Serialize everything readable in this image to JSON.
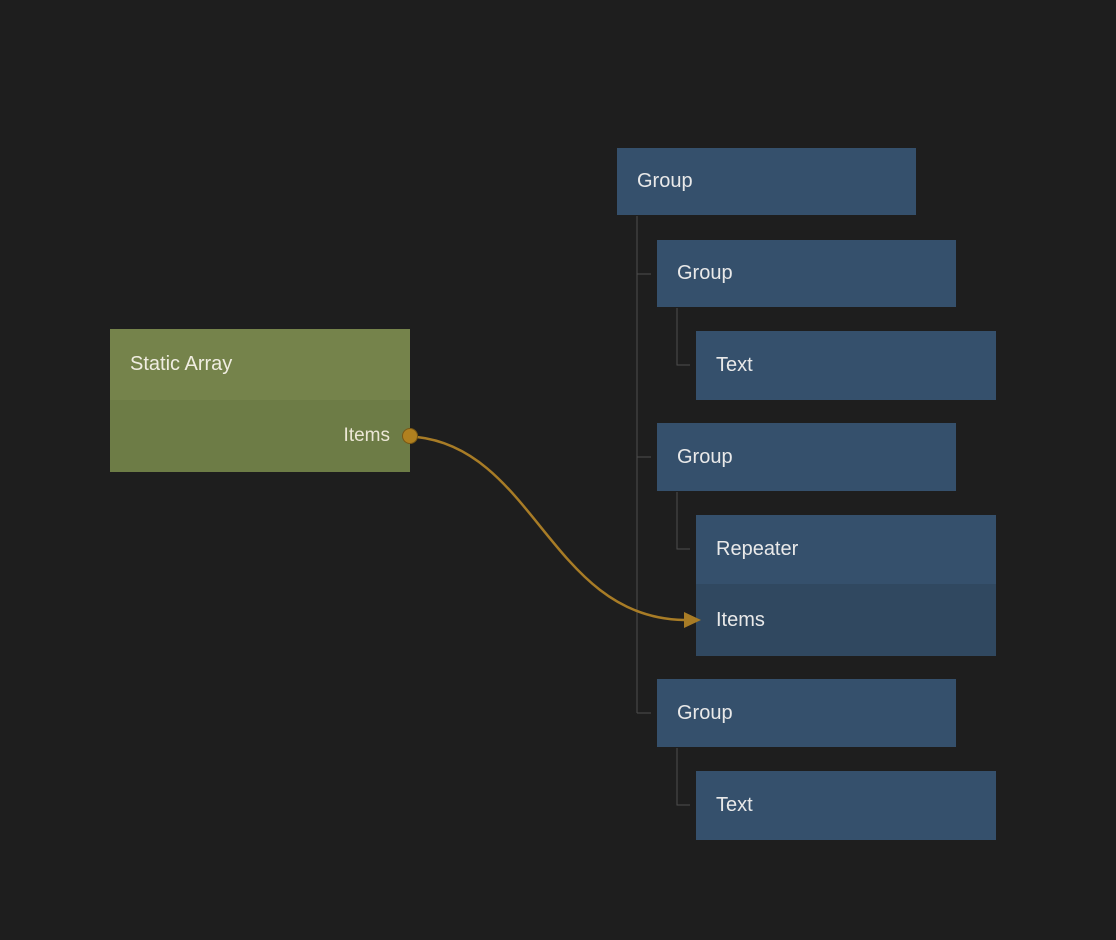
{
  "source_node": {
    "title": "Static Array",
    "output_label": "Items"
  },
  "tree_nodes": [
    {
      "label": "Group"
    },
    {
      "label": "Group"
    },
    {
      "label": "Text"
    },
    {
      "label": "Group"
    },
    {
      "label": "Repeater",
      "input_label": "Items"
    },
    {
      "label": "Group"
    },
    {
      "label": "Text"
    }
  ],
  "connection": {
    "from": "Static Array Items output",
    "to": "Repeater Items input"
  },
  "colors": {
    "background": "#1e1e1e",
    "green_header": "#75834b",
    "green_body": "#6d7c46",
    "blue_node": "#35506c",
    "blue_input_row": "#304860",
    "wire": "#a87c26",
    "port": "#b0801f",
    "tree_line": "#4d4d4d"
  }
}
